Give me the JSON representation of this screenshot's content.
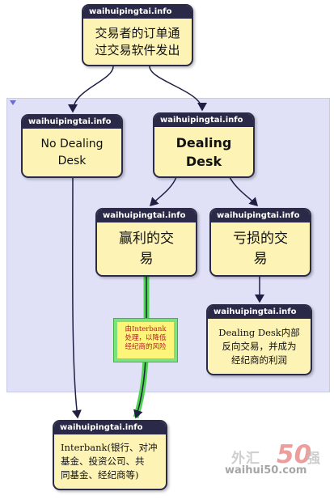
{
  "nodes": {
    "start": {
      "header": "waihuipingtai.info",
      "text": "交易者的订单通\n过交易软件发出"
    },
    "nodd": {
      "header": "waihuipingtai.info",
      "text": "No Dealing\nDesk"
    },
    "dd": {
      "header": "waihuipingtai.info",
      "text": "Dealing\nDesk"
    },
    "profit": {
      "header": "waihuipingtai.info",
      "text": "赢利的交\n易"
    },
    "loss": {
      "header": "waihuipingtai.info",
      "text": "亏损的交\n易"
    },
    "reverse": {
      "header": "waihuipingtai.info",
      "text": "Dealing Desk内部\n反向交易，并成为\n经纪商的利润"
    },
    "interbank": {
      "header": "waihuipingtai.info",
      "text": "Interbank(银行、对冲\n基金、投资公司、共\n同基金、经纪商等)"
    }
  },
  "note": {
    "text": "由Interbank\n处理，以降低\n经纪商的风险"
  },
  "watermark": {
    "cn_left": "外汇",
    "number": "50",
    "cn_right": "强",
    "domain": "waihui50.com"
  },
  "colors": {
    "node_fill": "#fdf3b5",
    "node_header": "#2a2a48",
    "region": "#e0e0f7",
    "highlight_edge": "#4fd44f"
  }
}
